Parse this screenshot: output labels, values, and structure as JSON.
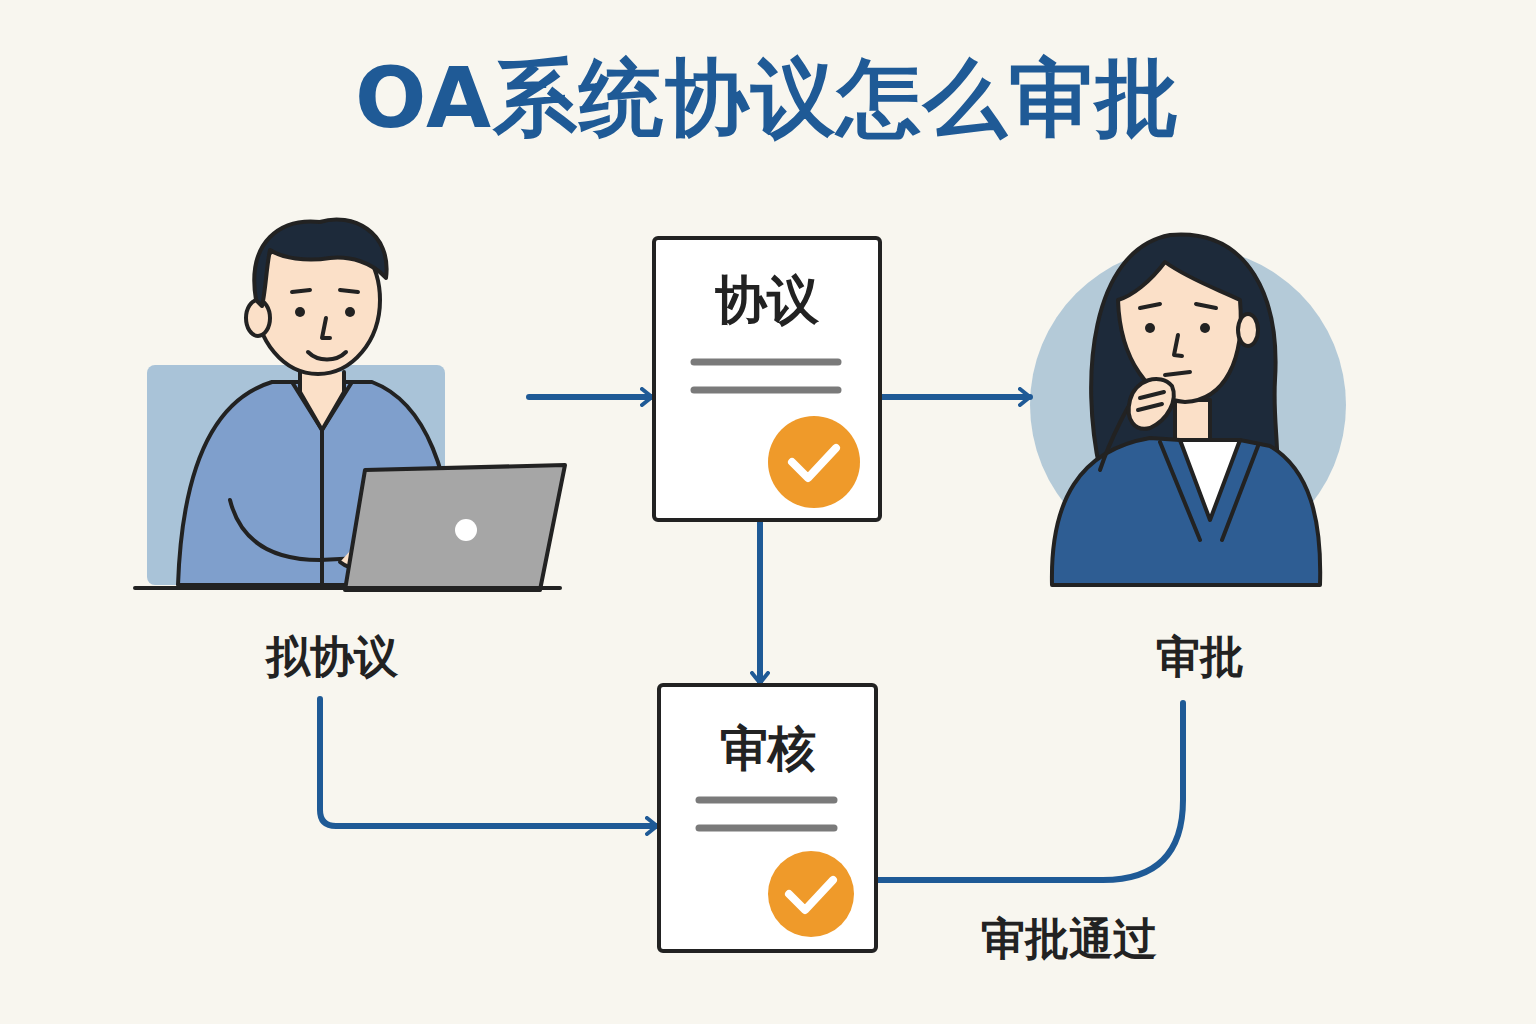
{
  "diagram": {
    "title": "OA系统协议怎么审批",
    "nodes": [
      {
        "text": [
          "拟协议"
        ]
      },
      {
        "text": [
          "协议"
        ]
      },
      {
        "text": [
          "审批"
        ]
      },
      {
        "text": [
          "审核"
        ]
      }
    ],
    "edges": [
      {
        "from": 0,
        "to": 1,
        "arrow": "to"
      },
      {
        "from": 1,
        "to": 2,
        "arrow": "to"
      },
      {
        "from": 1,
        "to": 3,
        "arrow": "to"
      },
      {
        "from": 0,
        "to": 3,
        "arrow": "to"
      },
      {
        "from": 2,
        "to": 3,
        "label": "审批通过",
        "arrow": "none"
      }
    ]
  }
}
